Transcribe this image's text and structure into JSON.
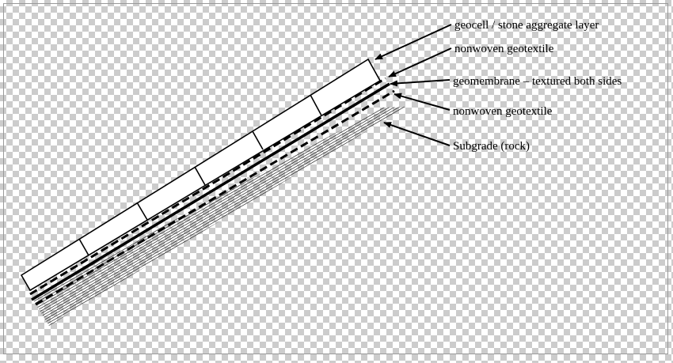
{
  "diagram": {
    "labels": [
      {
        "id": "geocell",
        "text": "geocell / stone aggregate  layer"
      },
      {
        "id": "geotextile-top",
        "text": "nonwoven geotextile"
      },
      {
        "id": "geomembrane",
        "text": "geomembrane – textured both sides"
      },
      {
        "id": "geotextile-bottom",
        "text": "nonwoven geotextile"
      },
      {
        "id": "subgrade",
        "text": "Subgrade (rock)"
      }
    ],
    "colors": {
      "stroke": "#000000",
      "fill": "#ffffff",
      "background_check": "#cccccc"
    }
  }
}
